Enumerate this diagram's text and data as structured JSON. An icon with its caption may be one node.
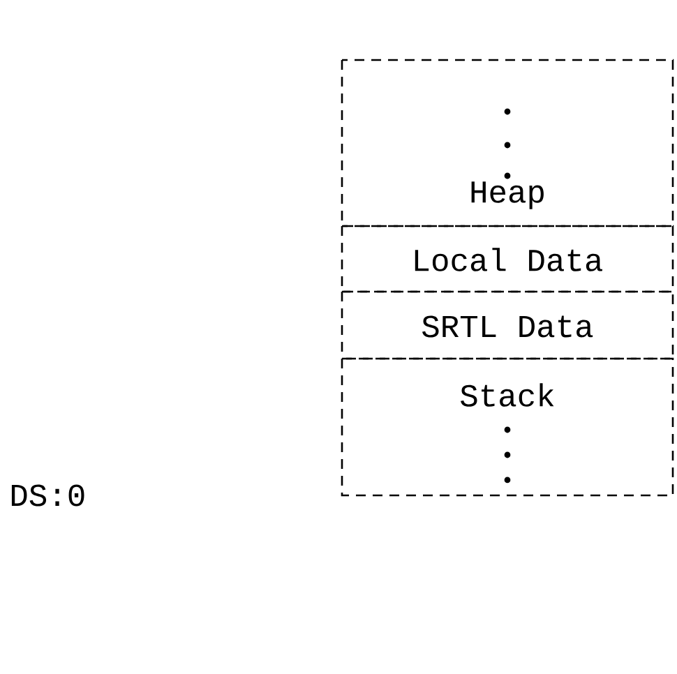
{
  "diagram": {
    "nodes": [
      {
        "text": [
          "Heap"
        ]
      },
      {
        "text": [
          "Local Data"
        ]
      },
      {
        "text": [
          "SRTL Data"
        ]
      },
      {
        "text": [
          "Stack"
        ]
      }
    ],
    "labels": [
      "DS:0"
    ]
  }
}
